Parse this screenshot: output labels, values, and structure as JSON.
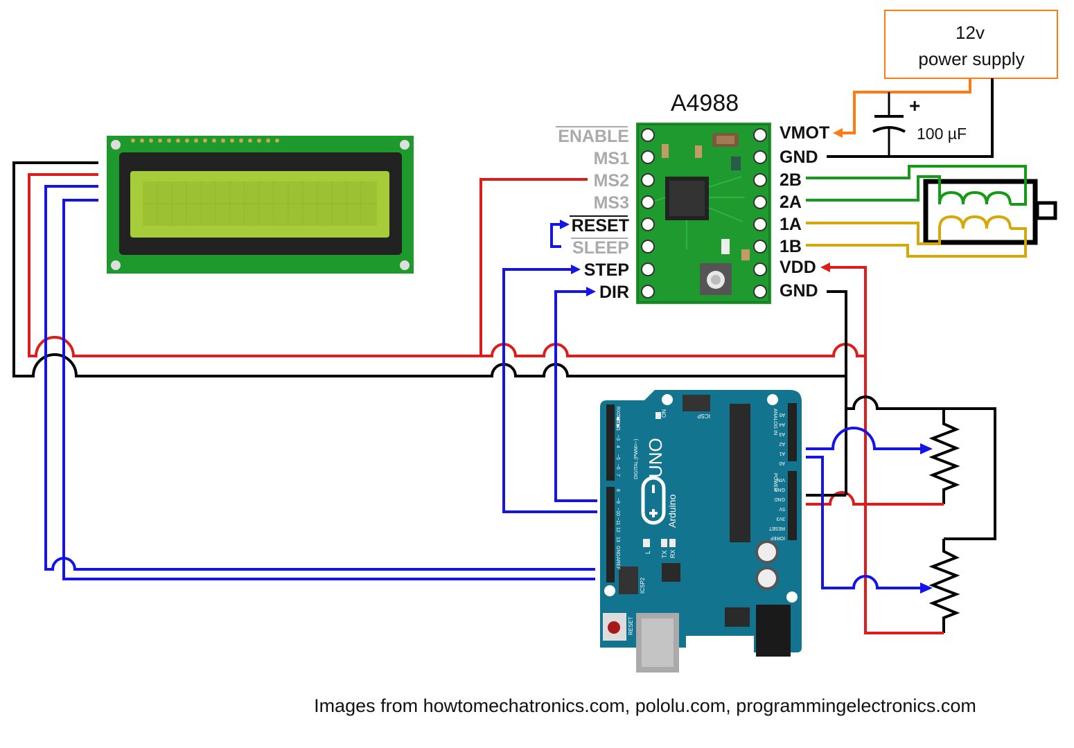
{
  "power_supply": {
    "line1": "12v",
    "line2": "power supply"
  },
  "capacitor": {
    "plus": "+",
    "value": "100 µF"
  },
  "driver": {
    "title": "A4988",
    "left_pins": {
      "enable": "ENABLE",
      "ms1": "MS1",
      "ms2": "MS2",
      "ms3": "MS3",
      "reset": "RESET",
      "sleep": "SLEEP",
      "step": "STEP",
      "dir": "DIR"
    },
    "right_pins": {
      "vmot": "VMOT",
      "gnd_top": "GND",
      "b2": "2B",
      "a2": "2A",
      "a1": "1A",
      "b1": "1B",
      "vdd": "VDD",
      "gnd_bottom": "GND"
    }
  },
  "arduino": {
    "uno": "UNO",
    "brand": "Arduino",
    "reset": "RESET",
    "icsp": "ICSP",
    "icsp2": "ICSP2",
    "on": "ON",
    "led_l": "L",
    "led_tx": "TX",
    "led_rx": "RX",
    "digital": "DIGITAL (PWM=~)",
    "analog_in": "ANALOG IN",
    "power": "POWER",
    "left_header_top": [
      "RX0◀0",
      "TX0▶1",
      "2",
      "~3",
      "4",
      "~5",
      "~6",
      "7"
    ],
    "left_header_bottom": [
      "8",
      "~9",
      "~10",
      "~11",
      "12",
      "13",
      "GND",
      "AREF"
    ],
    "right_header_top": [
      "A5",
      "A4",
      "A3",
      "A2",
      "A1",
      "A0"
    ],
    "right_header_bottom": [
      "VIN",
      "GND",
      "GND",
      "5V",
      "3V3",
      "RESET",
      "IOREF"
    ]
  },
  "credit": "Images from howtomechatronics.com, pololu.com, programmingelectronics.com",
  "colors": {
    "red": "#dd1c1c",
    "black": "#000000",
    "blue": "#1414e6",
    "green": "#159a15",
    "yellow": "#d4a80a",
    "orange": "#ff7a12",
    "pcb_green": "#1f9a2e",
    "arduino_teal": "#12748f",
    "lcd_green": "#a6cc3a"
  }
}
